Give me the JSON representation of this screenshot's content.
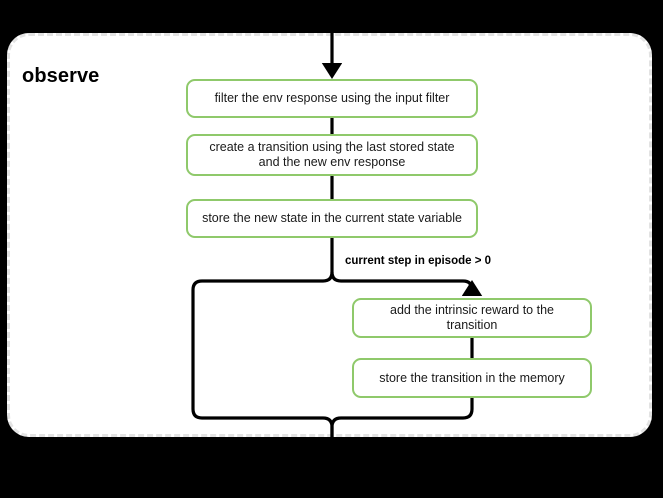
{
  "diagram": {
    "title": "observe",
    "type": "flowchart",
    "background_color": "#000000",
    "container_fill": "#ffffff",
    "container_border_color": "#e3e3e3",
    "container_border_style": "dashed",
    "node_border_color": "#8fc96b",
    "edge_color": "#000000",
    "nodes": [
      {
        "id": "filter",
        "label": "filter the env response using the input filter"
      },
      {
        "id": "transition",
        "label": "create a transition using the last stored state and the new env response"
      },
      {
        "id": "store_state",
        "label": "store the new state in the current state variable"
      },
      {
        "id": "intrinsic",
        "label": "add the intrinsic reward to the transition"
      },
      {
        "id": "store_mem",
        "label": "store the transition in the memory"
      }
    ],
    "edges": [
      {
        "from": "entry",
        "to": "filter",
        "label": ""
      },
      {
        "from": "filter",
        "to": "transition",
        "label": ""
      },
      {
        "from": "transition",
        "to": "store_state",
        "label": ""
      },
      {
        "from": "store_state",
        "to": "intrinsic",
        "label": "current step in episode > 0"
      },
      {
        "from": "store_state",
        "to": "exit",
        "label": ""
      },
      {
        "from": "intrinsic",
        "to": "store_mem",
        "label": ""
      },
      {
        "from": "store_mem",
        "to": "exit",
        "label": ""
      }
    ],
    "condition_label": "current step in episode > 0"
  }
}
